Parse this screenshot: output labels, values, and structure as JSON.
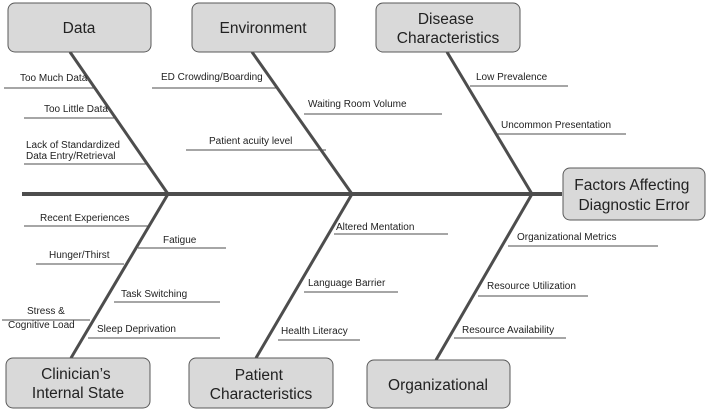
{
  "effect": {
    "lines": [
      "Factors Affecting",
      "Diagnostic Error"
    ]
  },
  "categories": {
    "data": {
      "label": [
        "Data"
      ],
      "causes": [
        [
          "Too Much Data"
        ],
        [
          "Too Little Data"
        ],
        [
          "Lack of Standardized",
          "Data Entry/Retrieval"
        ]
      ]
    },
    "environment": {
      "label": [
        "Environment"
      ],
      "causes": [
        [
          "ED Crowding/Boarding"
        ],
        [
          "Waiting Room Volume"
        ],
        [
          "Patient acuity level"
        ]
      ]
    },
    "disease": {
      "label": [
        "Disease",
        "Characteristics"
      ],
      "causes": [
        [
          "Low Prevalence"
        ],
        [
          "Uncommon Presentation"
        ]
      ]
    },
    "clinician": {
      "label": [
        "Clinician’s",
        "Internal State"
      ],
      "causes": [
        [
          "Recent Experiences"
        ],
        [
          "Fatigue"
        ],
        [
          "Hunger/Thirst"
        ],
        [
          "Task Switching"
        ],
        [
          "Stress &",
          "Cognitive Load"
        ],
        [
          "Sleep Deprivation"
        ]
      ]
    },
    "patient": {
      "label": [
        "Patient",
        "Characteristics"
      ],
      "causes": [
        [
          "Altered Mentation"
        ],
        [
          "Language Barrier"
        ],
        [
          "Health Literacy"
        ]
      ]
    },
    "organizational": {
      "label": [
        "Organizational"
      ],
      "causes": [
        [
          "Organizational Metrics"
        ],
        [
          "Resource Utilization"
        ],
        [
          "Resource Availability"
        ]
      ]
    }
  }
}
